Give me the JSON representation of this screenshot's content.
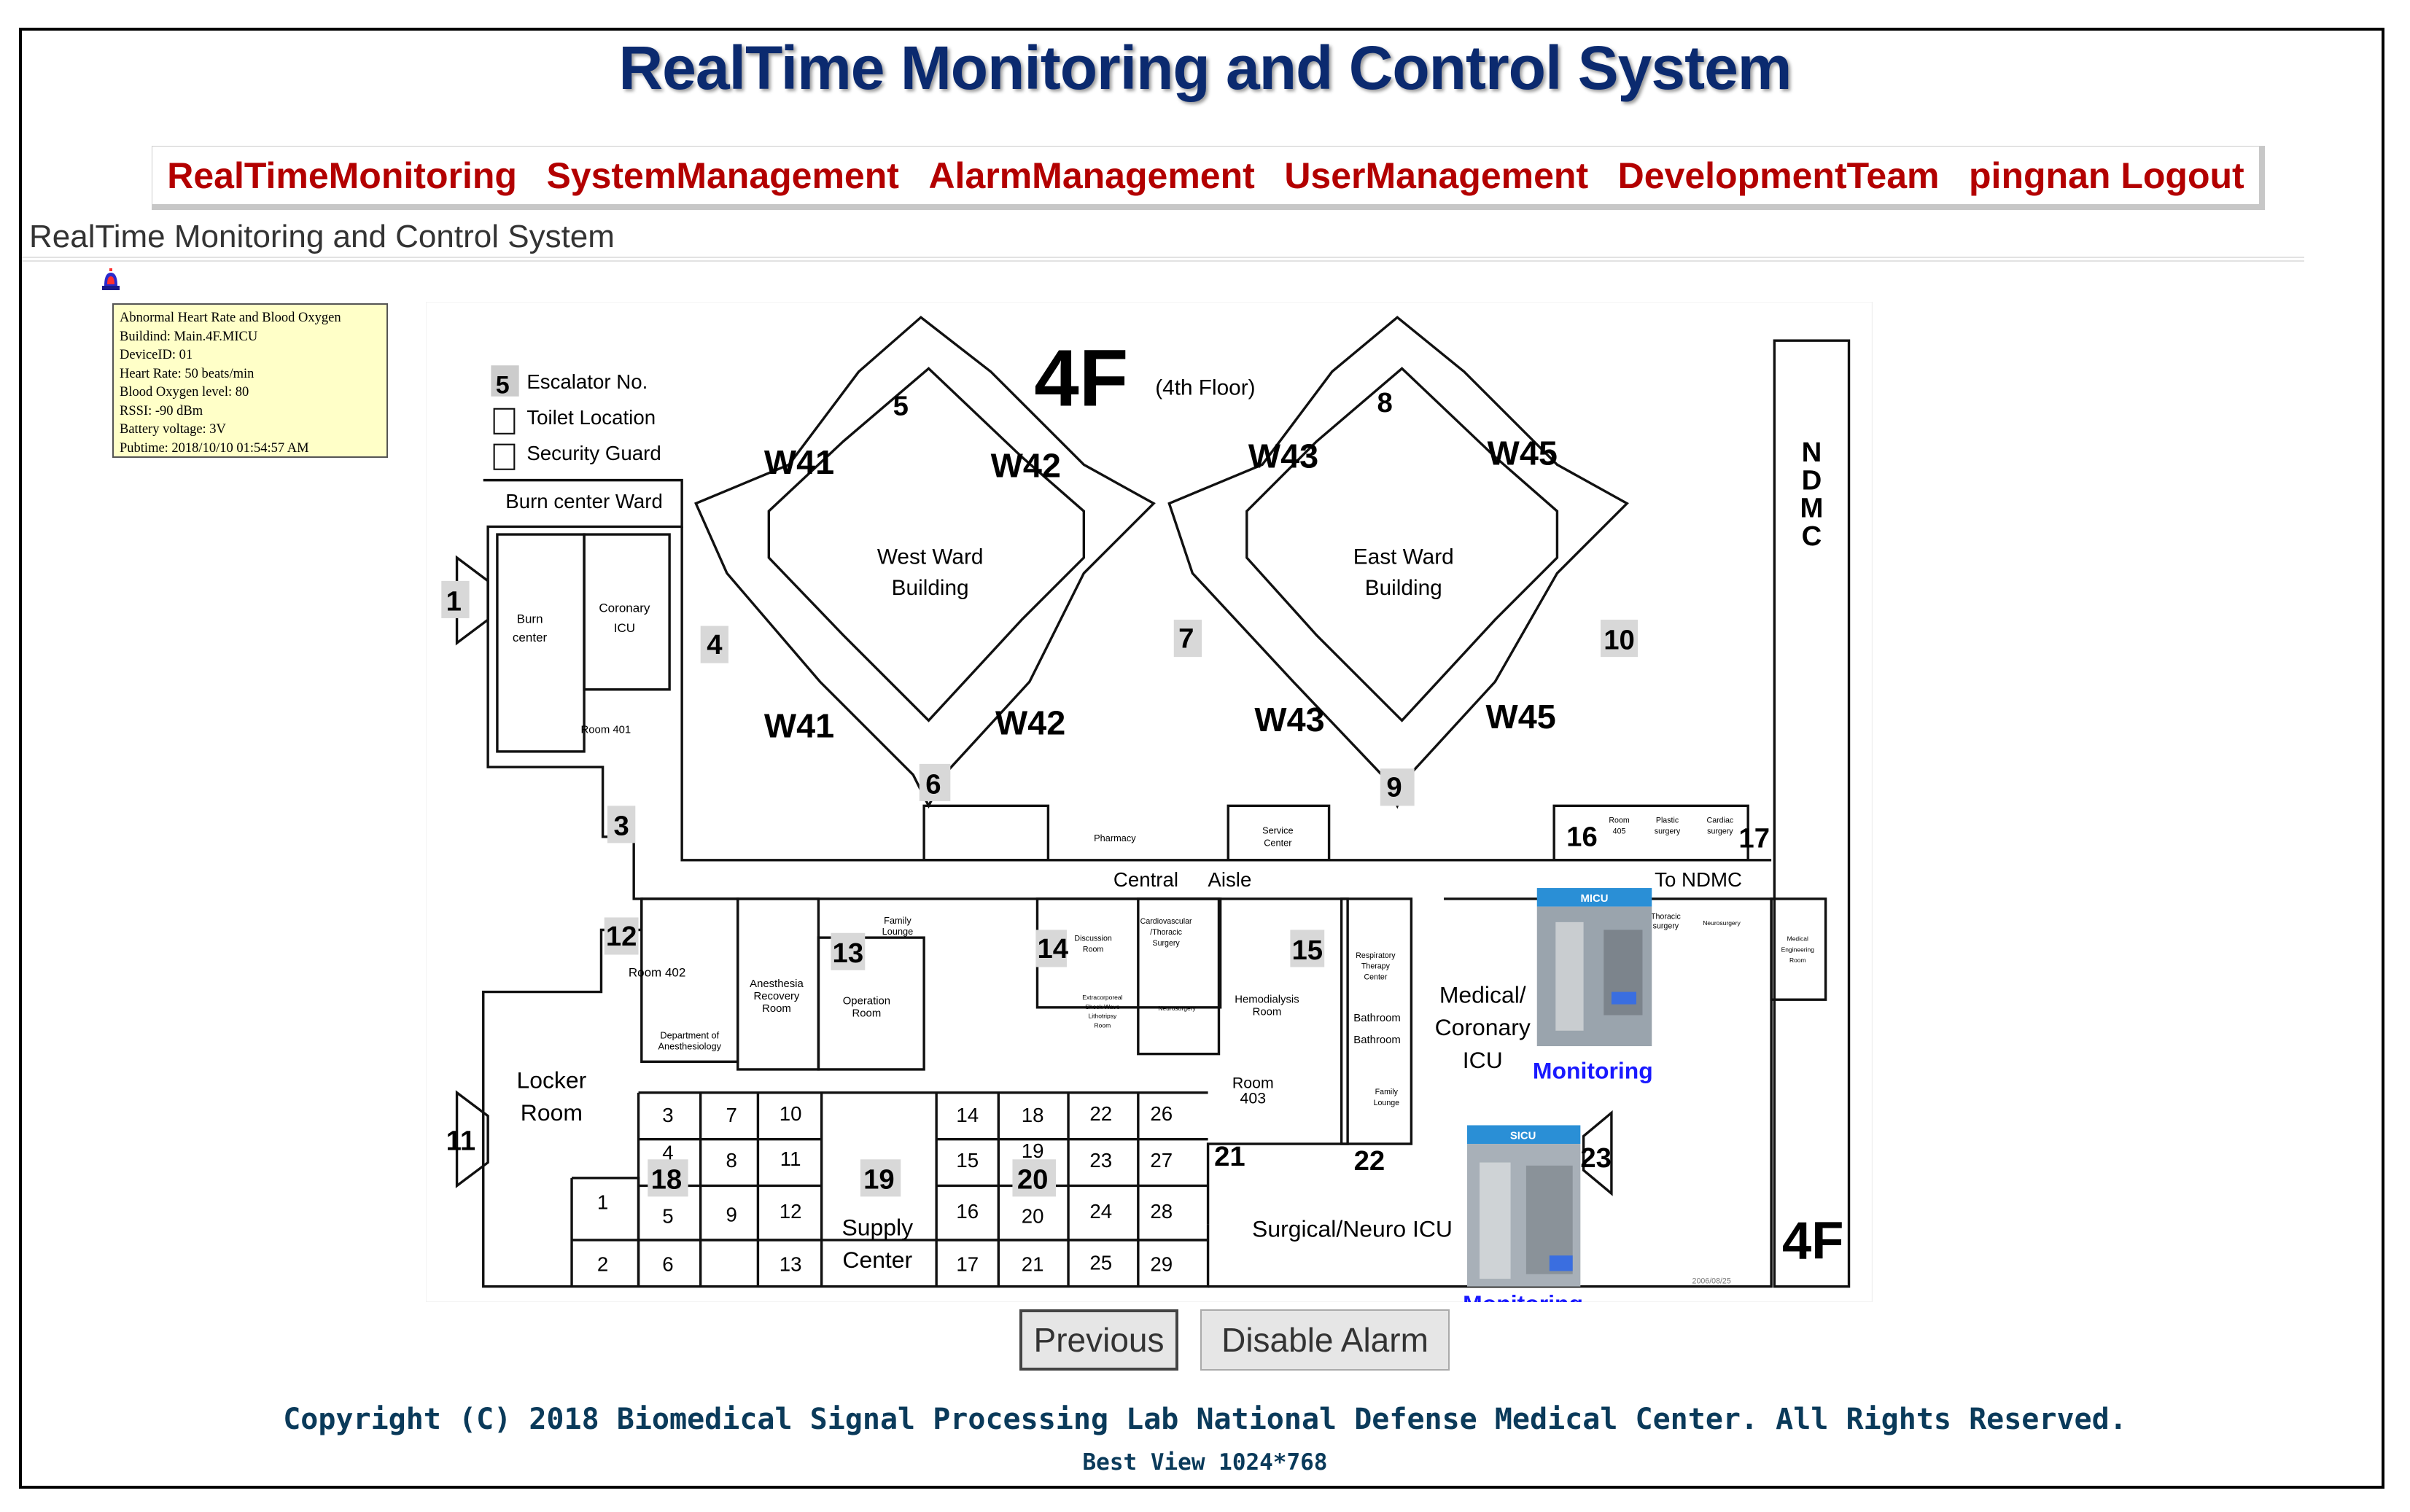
{
  "header": {
    "title": "RealTime Monitoring and Control System"
  },
  "nav": {
    "items": [
      "RealTimeMonitoring",
      "SystemManagement",
      "AlarmManagement",
      "UserManagement",
      "DevelopmentTeam",
      "pingnan Logout"
    ]
  },
  "page": {
    "section_title": "RealTime Monitoring and Control System"
  },
  "alarm": {
    "lines": [
      "Abnormal Heart Rate and Blood Oxygen",
      "Buildind: Main.4F.MICU",
      "DeviceID: 01",
      "Heart Rate: 50 beats/min",
      "Blood Oxygen level: 80",
      "RSSI: -90 dBm",
      "Battery voltage: 3V",
      "Pubtime: 2018/10/10 01:54:57 AM"
    ]
  },
  "floorplan": {
    "floor": "4F",
    "floor_sub": "(4th Floor)",
    "legend": [
      "Escalator No.",
      "Toilet Location",
      "Security Guard"
    ],
    "legend_num": "5",
    "wards": {
      "w41": "W41",
      "w42": "W42",
      "w43": "W43",
      "w45": "W45"
    },
    "buildings": {
      "west_1": "West Ward",
      "west_2": "Building",
      "east_1": "East Ward",
      "east_2": "Building"
    },
    "ndmc": [
      "N",
      "D",
      "M",
      "C"
    ],
    "rooms": {
      "burn_ward": "Burn center Ward",
      "burn_center_1": "Burn",
      "burn_center_2": "center",
      "coronary_1": "Coronary",
      "coronary_2": "ICU",
      "room401": "Room 401",
      "room402": "Room 402",
      "room403_1": "Room",
      "room403_2": "403",
      "room405_1": "Room",
      "room405_2": "405",
      "plastic_1": "Plastic",
      "plastic_2": "surgery",
      "cardiac_1": "Cardiac",
      "cardiac_2": "surgery",
      "service_1": "Service",
      "service_2": "Center",
      "pharmacy": "Pharmacy",
      "central": "Central",
      "aisle": "Aisle",
      "to_ndmc": "To NDMC",
      "family1_1": "Family",
      "family1_2": "Lounge",
      "anesthesia_1": "Anesthesia",
      "anesthesia_2": "Recovery",
      "anesthesia_3": "Room",
      "operation_1": "Operation",
      "operation_2": "Room",
      "dept_1": "Department of",
      "dept_2": "Anesthesiology",
      "discussion_1": "Discussion",
      "discussion_2": "Room",
      "cardio_1": "Cardiovascular",
      "cardio_2": "/Thoracic",
      "cardio_3": "Surgery",
      "emergency_1": "Extracorporeal",
      "emergency_2": "Shock Wave",
      "emergency_3": "Lithotripsy",
      "emergency_4": "Room",
      "neurosurgery": "Neurosurgery",
      "hemodialysis_1": "Hemodialysis",
      "hemodialysis_2": "Room",
      "respiratory_1": "Respiratory",
      "respiratory_2": "Therapy",
      "respiratory_3": "Center",
      "bathroom": "Bathroom",
      "family2_1": "Family",
      "family2_2": "Lounge",
      "medical_1": "Medical/",
      "medical_2": "Coronary",
      "medical_3": "ICU",
      "locker_1": "Locker",
      "locker_2": "Room",
      "supply_1": "Supply",
      "supply_2": "Center",
      "surgical": "Surgical/Neuro ICU",
      "thoracic_1": "Thoracic",
      "thoracic_2": "surgery",
      "neuro_right": "Neurosurgery",
      "medical_eng_1": "Medical",
      "medical_eng_2": "Engineering",
      "medical_eng_3": "Room",
      "date": "2006/08/25"
    },
    "grid_numbers": {
      "c1": [
        "3",
        "4",
        "5"
      ],
      "c2": [
        "7",
        "8",
        "9"
      ],
      "c3": [
        "10",
        "11",
        "12",
        "13"
      ],
      "c5": [
        "14",
        "15",
        "16",
        "17"
      ],
      "c6": [
        "18",
        "19",
        "20",
        "21"
      ],
      "c7": [
        "22",
        "23",
        "24",
        "25"
      ],
      "c8": [
        "26",
        "27",
        "28",
        "29"
      ],
      "lock1": "1",
      "lock2": "2",
      "lock6": "6"
    },
    "escalators": [
      "1",
      "3",
      "4",
      "5",
      "6",
      "7",
      "8",
      "9",
      "10",
      "11",
      "12",
      "13",
      "14",
      "15",
      "16",
      "17",
      "18",
      "19",
      "20",
      "21",
      "22",
      "23"
    ],
    "cams": {
      "micu_label": "MICU",
      "sicu_label": "SICU",
      "monitoring1": "Monitoring",
      "monitoring2": "Monitoring"
    }
  },
  "buttons": {
    "previous": "Previous",
    "disable_alarm": "Disable Alarm"
  },
  "footer": {
    "copyright": "Copyright (C) 2018 Biomedical Signal Processing Lab National Defense Medical Center. All Rights Reserved.",
    "best_view": "Best View 1024*768"
  },
  "colors": {
    "title": "#0b2a6f",
    "nav": "#b30000",
    "alarm_bg": "#ffffc8",
    "monitoring": "#1a1aff",
    "footer": "#0a3a5a"
  }
}
